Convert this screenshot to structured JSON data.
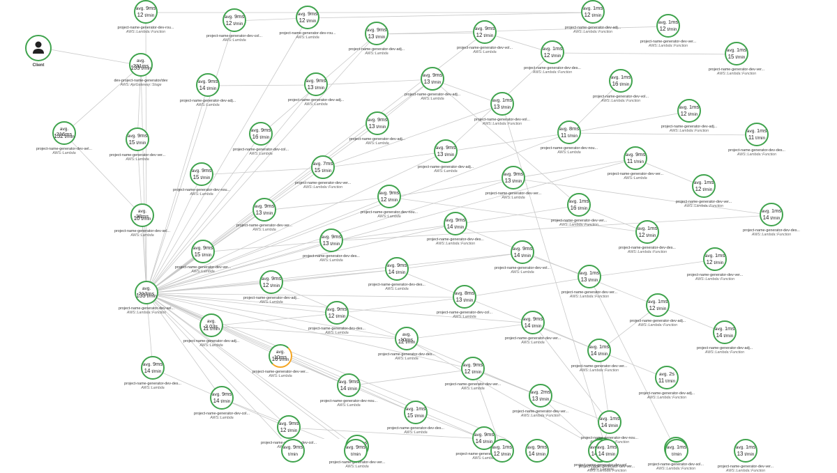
{
  "client": {
    "label": "Client",
    "icon": "user-icon"
  },
  "nodes": [
    {
      "id": "n01",
      "avg": "9ms",
      "tpm": "12",
      "label": "project-name-generator-dev-rou...",
      "type": "AWS::Lambda::Function"
    },
    {
      "id": "n02",
      "avg": "9ms",
      "tpm": "12",
      "label": "project-name-generator-dev-col...",
      "type": "AWS::Lambda"
    },
    {
      "id": "n03",
      "avg": "231ms",
      "tpm": "133",
      "label": "dev-project-name-generator/dev",
      "type": "AWS::ApiGateway::Stage"
    },
    {
      "id": "n04",
      "avg": "9ms",
      "tpm": "14",
      "label": "project-name-generator-dev-adj...",
      "type": "AWS::Lambda"
    },
    {
      "id": "n05",
      "avg": "216ms",
      "tpm": "132",
      "label": "project-name-generator-dev-sel...",
      "type": "AWS::Lambda"
    },
    {
      "id": "n06",
      "avg": "9ms",
      "tpm": "15",
      "label": "project-name-generator-dev-ver...",
      "type": "AWS::Lambda"
    },
    {
      "id": "n07",
      "avg": "9ms",
      "tpm": "15",
      "label": "project-name-generator-dev-nou...",
      "type": "AWS::Lambda"
    },
    {
      "id": "n08",
      "avg": "38ms",
      "tpm": "10",
      "label": "project-name-generator-dev-sel...",
      "type": "AWS::Lambda"
    },
    {
      "id": "n09",
      "avg": "9ms",
      "tpm": "15",
      "label": "project-name-generator-dev-ver...",
      "type": "AWS::Lambda"
    },
    {
      "id": "n10",
      "avg": "213ms",
      "tpm": "133",
      "label": "project-name-generator-dev-sel...",
      "type": "AWS::Lambda::Function"
    },
    {
      "id": "n11",
      "avg": "2.03s",
      "tpm": "11",
      "label": "project-name-generator-dev-adj...",
      "type": "AWS::Lambda"
    },
    {
      "id": "n12",
      "avg": "9ms",
      "tpm": "14",
      "label": "project-name-generator-dev-des...",
      "type": "AWS::Lambda"
    },
    {
      "id": "n13",
      "avg": "9ms",
      "tpm": "14",
      "label": "project-name-generator-dev-col...",
      "type": "AWS::Lambda"
    },
    {
      "id": "n14",
      "avg": "9ms",
      "tpm": "12",
      "label": "project-name-generator-dev-col...",
      "type": "AWS::Lambda"
    },
    {
      "id": "n15",
      "avg": "9ms",
      "tpm": "16",
      "label": "project-name-generator-dev-col...",
      "type": "AWS::Lambda"
    },
    {
      "id": "n16",
      "avg": "9ms",
      "tpm": "13",
      "label": "project-name-generator-dev-ver...",
      "type": "AWS::Lambda"
    },
    {
      "id": "n17",
      "avg": "9ms",
      "tpm": "12",
      "label": "project-name-generator-dev-adj...",
      "type": "AWS::Lambda"
    },
    {
      "id": "n18",
      "avg": "10ms",
      "tpm": "16",
      "label": "project-name-generator-dev-ver...",
      "type": "AWS::Lambda",
      "warn": true
    },
    {
      "id": "n19",
      "avg": "9ms",
      "tpm": "12",
      "label": "project-name-generator-dev-rou...",
      "type": "AWS::Lambda"
    },
    {
      "id": "n20",
      "avg": "9ms",
      "tpm": "13",
      "label": "project-name-generator-dev-adj...",
      "type": "AWS::Lambda"
    },
    {
      "id": "n21",
      "avg": "7ms",
      "tpm": "15",
      "label": "project-name-generator-dev-ver...",
      "type": "AWS::Lambda::Function"
    },
    {
      "id": "n22",
      "avg": "9ms",
      "tpm": "13",
      "label": "project-name-generator-dev-des...",
      "type": "AWS::Lambda"
    },
    {
      "id": "n23",
      "avg": "9ms",
      "tpm": "12",
      "label": "project-name-generator-dev-des...",
      "type": "AWS::Lambda"
    },
    {
      "id": "n24",
      "avg": "9ms",
      "tpm": "13",
      "label": "project-name-generator-dev-adj...",
      "type": "AWS::Lambda"
    },
    {
      "id": "n25",
      "avg": "9ms",
      "tpm": "13",
      "label": "project-name-generator-dev-adj...",
      "type": "AWS::Lambda"
    },
    {
      "id": "n26",
      "avg": "9ms",
      "tpm": "14",
      "label": "project-name-generator-dev-nou...",
      "type": "AWS::Lambda"
    },
    {
      "id": "n27",
      "avg": "9ms",
      "tpm": "12",
      "label": "project-name-generator-dev-nou...",
      "type": "AWS::Lambda"
    },
    {
      "id": "n28",
      "avg": "9ms",
      "tpm": "13",
      "label": "project-name-generator-dev-adj...",
      "type": "AWS::Lambda"
    },
    {
      "id": "n29",
      "avg": "9ms",
      "tpm": "14",
      "label": "project-name-generator-dev-des...",
      "type": "AWS::Lambda"
    },
    {
      "id": "n30",
      "avg": "10ms",
      "tpm": "12",
      "label": "project-name-generator-dev-des...",
      "type": "AWS::Lambda"
    },
    {
      "id": "n31",
      "avg": "1ms",
      "tpm": "15",
      "label": "project-name-generator-dev-des...",
      "type": "AWS::Lambda"
    },
    {
      "id": "n32",
      "avg": "9ms",
      "tpm": "13",
      "label": "project-name-generator-dev-adj...",
      "type": "AWS::Lambda"
    },
    {
      "id": "n33",
      "avg": "9ms",
      "tpm": "15",
      "label": "project-name-generator-dev-ver...",
      "type": "AWS::Lambda"
    },
    {
      "id": "n34",
      "avg": "9ms",
      "tpm": "14",
      "label": "project-name-generator-dev-des...",
      "type": "AWS::Lambda::Function"
    },
    {
      "id": "n35",
      "avg": "8ms",
      "tpm": "13",
      "label": "project-name-generator-dev-col...",
      "type": "AWS::Lambda"
    },
    {
      "id": "n36",
      "avg": "9ms",
      "tpm": "12",
      "label": "project-name-generator-dev-ver...",
      "type": "AWS::Lambda"
    },
    {
      "id": "n37",
      "avg": "9ms",
      "tpm": "14",
      "label": "project-name-generator-dev-rou...",
      "type": "AWS::Lambda"
    },
    {
      "id": "n38",
      "avg": "9ms",
      "tpm": "12",
      "label": "project-name-generator-dev-vol...",
      "type": "AWS::Lambda"
    },
    {
      "id": "n39",
      "avg": "1ms",
      "tpm": "13",
      "label": "project-name-generator-dev-vol...",
      "type": "AWS::Lambda::Function"
    },
    {
      "id": "n40",
      "avg": "9ms",
      "tpm": "13",
      "label": "project-name-generator-dev-ver...",
      "type": "AWS::Lambda"
    },
    {
      "id": "n41",
      "avg": "9ms",
      "tpm": "14",
      "label": "project-name-generator-dev-vol...",
      "type": "AWS::Lambda"
    },
    {
      "id": "n42",
      "avg": "9ms",
      "tpm": "14",
      "label": "project-name-generator-dev-ver...",
      "type": "AWS::Lambda"
    },
    {
      "id": "n43",
      "avg": "2ms",
      "tpm": "13",
      "label": "project-name-generator-dev-ver...",
      "type": "AWS::Lambda::Function"
    },
    {
      "id": "n44",
      "avg": "9ms",
      "tpm": "14",
      "label": "project-name-generator-dev-vol...",
      "type": "AWS::Lambda"
    },
    {
      "id": "n45",
      "avg": "1ms",
      "tpm": "12",
      "label": "project-name-generator-dev-des...",
      "type": "AWS::Lambda::Function"
    },
    {
      "id": "n46",
      "avg": "8ms",
      "tpm": "11",
      "label": "project-name-generator-dev-nou...",
      "type": "AWS::Lambda"
    },
    {
      "id": "n47",
      "avg": "1ms",
      "tpm": "16",
      "label": "project-name-generator-dev-ver...",
      "type": "AWS::Lambda::Function"
    },
    {
      "id": "n48",
      "avg": "1ms",
      "tpm": "13",
      "label": "project-name-generator-dev-ver...",
      "type": "AWS::Lambda::Function"
    },
    {
      "id": "n49",
      "avg": "1ms",
      "tpm": "14",
      "label": "project-name-generator-dev-ver...",
      "type": "AWS::Lambda::Function"
    },
    {
      "id": "n50",
      "avg": "1ms",
      "tpm": "14",
      "label": "project-name-generator-dev-nou...",
      "type": "AWS::Lambda::Function"
    },
    {
      "id": "n51",
      "avg": "1ms",
      "tpm": "16",
      "label": "project-name-generator-dev-vol...",
      "type": "AWS::Lambda::Function"
    },
    {
      "id": "n52",
      "avg": "9ms",
      "tpm": "11",
      "label": "project-name-generator-dev-ver...",
      "type": "AWS::Lambda"
    },
    {
      "id": "n53",
      "avg": "1ms",
      "tpm": "12",
      "label": "project-name-generator-dev-des...",
      "type": "AWS::Lambda::Function"
    },
    {
      "id": "n54",
      "avg": "1ms",
      "tpm": "12",
      "label": "project-name-generator-dev-adj...",
      "type": "AWS::Lambda::Function"
    },
    {
      "id": "n55",
      "avg": "1ms",
      "tpm": "12",
      "label": "project-name-generator-dev-ver...",
      "type": "AWS::Lambda::Function"
    },
    {
      "id": "n56",
      "avg": "1ms",
      "tpm": "12",
      "label": "project-name-generator-dev-adj...",
      "type": "AWS::Lambda::Function"
    },
    {
      "id": "n57",
      "avg": "2s",
      "tpm": "11",
      "label": "project-name-generator-dev-adj...",
      "type": "AWS::Lambda::Function"
    },
    {
      "id": "n58",
      "avg": "1ms",
      "tpm": "12",
      "label": "project-name-generator-dev-ver...",
      "type": "AWS::Lambda::Function"
    },
    {
      "id": "n59",
      "avg": "1ms",
      "tpm": "15",
      "label": "project-name-generator-dev-ver...",
      "type": "AWS::Lambda::Function"
    },
    {
      "id": "n60",
      "avg": "1ms",
      "tpm": "12",
      "label": "project-name-generator-dev-ver...",
      "type": "AWS::Lambda::Function"
    },
    {
      "id": "n61",
      "avg": "1ms",
      "tpm": "11",
      "label": "project-name-generator-dev-des...",
      "type": "AWS::Lambda::Function"
    },
    {
      "id": "n62",
      "avg": "1ms",
      "tpm": "14",
      "label": "project-name-generator-dev-des...",
      "type": "AWS::Lambda::Function"
    },
    {
      "id": "n63",
      "avg": "1ms",
      "tpm": "14",
      "label": "project-name-generator-dev-adj...",
      "type": "AWS::Lambda::Function"
    },
    {
      "id": "n64",
      "avg": "1ms",
      "tpm": "14",
      "label": "project-name-generator-dev-sol...",
      "type": "AWS::Lambda::Function"
    },
    {
      "id": "n65",
      "avg": "1ms",
      "tpm": "12",
      "label": "project-name-generator-dev-adj...",
      "type": "AWS::Lambda::Function"
    },
    {
      "id": "n66",
      "avg": "1ms",
      "tpm": "13",
      "label": "project-name-generator-dev-ver...",
      "type": "AWS::Lambda::Function"
    },
    {
      "id": "n67",
      "avg": "1ms",
      "tpm": "14",
      "label": "",
      "type": ""
    },
    {
      "id": "n68",
      "avg": "1ms",
      "tpm": "12",
      "label": "",
      "type": ""
    },
    {
      "id": "n69",
      "avg": "1ms",
      "tpm": "14",
      "label": "project-name-generator-dev-ver...",
      "type": "AWS::Lambda::Function"
    },
    {
      "id": "n70",
      "avg": "9ms",
      "tpm": "14",
      "label": "",
      "type": ""
    },
    {
      "id": "n71",
      "avg": "9ms",
      "tpm": "",
      "label": "",
      "type": ""
    },
    {
      "id": "n72",
      "avg": "1ms",
      "tpm": "",
      "label": "",
      "type": ""
    },
    {
      "id": "n73",
      "avg": "9ms",
      "tpm": "",
      "label": "",
      "type": ""
    }
  ],
  "strings": {
    "avg_prefix": "avg.",
    "tpm_suffix": "t/min"
  },
  "colors": {
    "ok": "#3fa34d",
    "warn": "#f5a623",
    "edge": "#c9c9c9"
  }
}
